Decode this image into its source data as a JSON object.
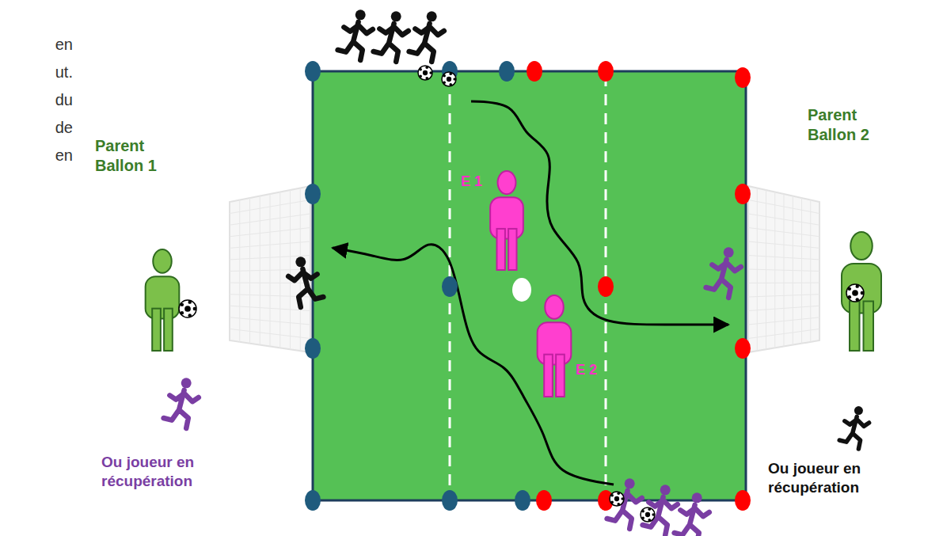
{
  "diagram": {
    "labels": [
      "en",
      "ut.",
      "du",
      "de",
      "en",
      "Parent Ballon 1",
      "Parent Ballon 2",
      "E 1",
      "E 2",
      "Ou joueur en récupération",
      "Ou joueur en récupération"
    ]
  }
}
